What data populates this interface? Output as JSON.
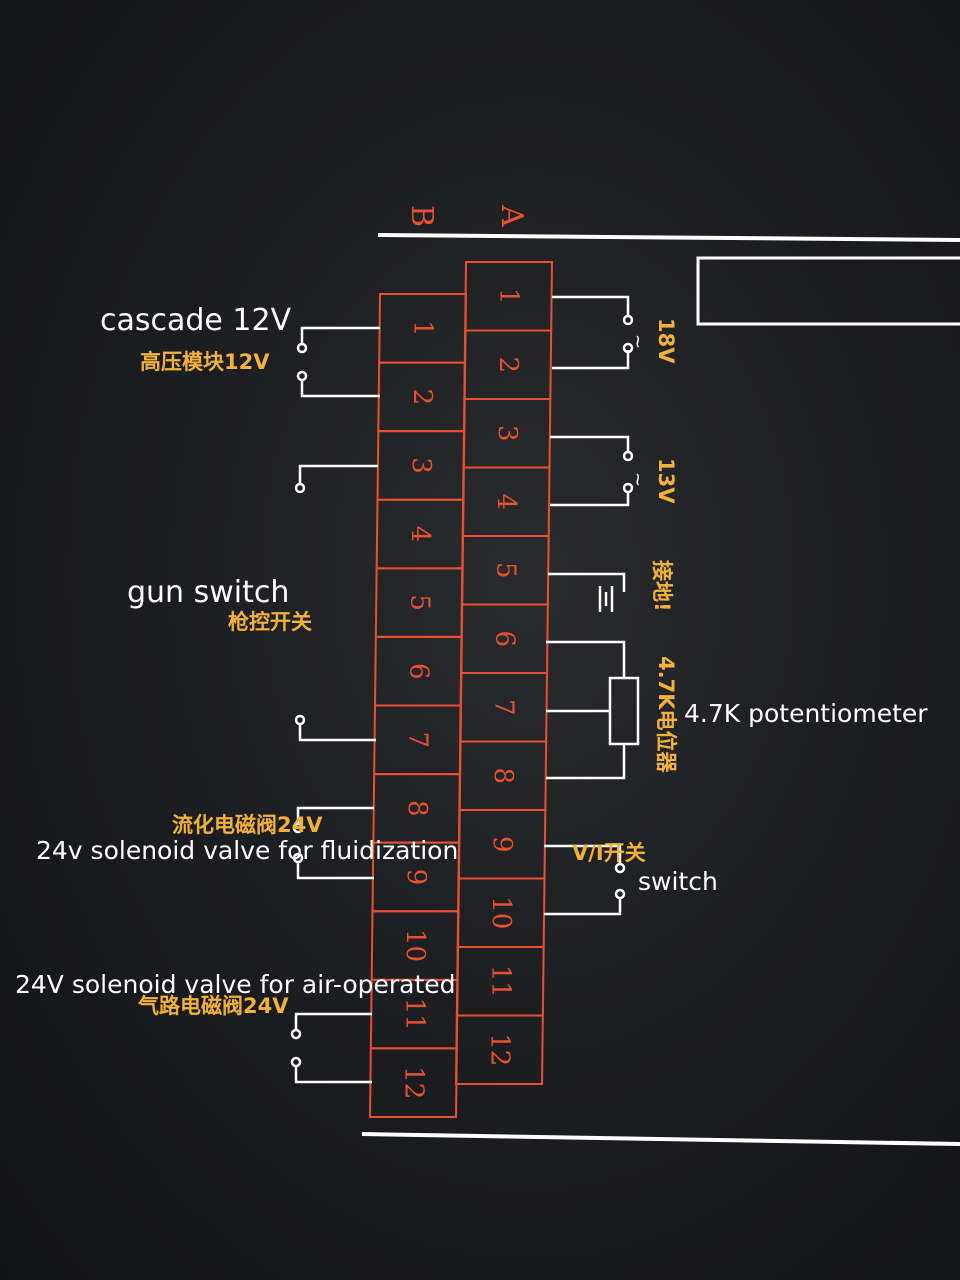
{
  "columns": {
    "a": "A",
    "b": "B"
  },
  "terminals_a": [
    "1",
    "2",
    "3",
    "4",
    "5",
    "6",
    "7",
    "8",
    "9",
    "10",
    "11",
    "12"
  ],
  "terminals_b": [
    "1",
    "2",
    "3",
    "4",
    "5",
    "6",
    "7",
    "8",
    "9",
    "10",
    "11",
    "12"
  ],
  "labels_en": {
    "cascade": "cascade 12V",
    "gun_switch": "gun switch",
    "fluidization": "24v solenoid valve for fluidization",
    "air_operated": "24V solenoid valve for air-operated",
    "potentiometer": "4.7K potentiometer",
    "switch": "switch"
  },
  "labels_cn": {
    "cascade": "高压模块12V",
    "gun_switch": "枪控开关",
    "fluidization": "流化电磁阀24V",
    "air_operated": "气路电磁阀24V",
    "v18": "18V",
    "v13": "13V",
    "ground": "接地!",
    "potentiometer": "4.7K电位器",
    "vi_switch": "V/I开关"
  },
  "colors": {
    "terminal": "#e8512f",
    "wire": "#ffffff",
    "cn_label": "#f2b23a",
    "background": "#1d1e22"
  }
}
